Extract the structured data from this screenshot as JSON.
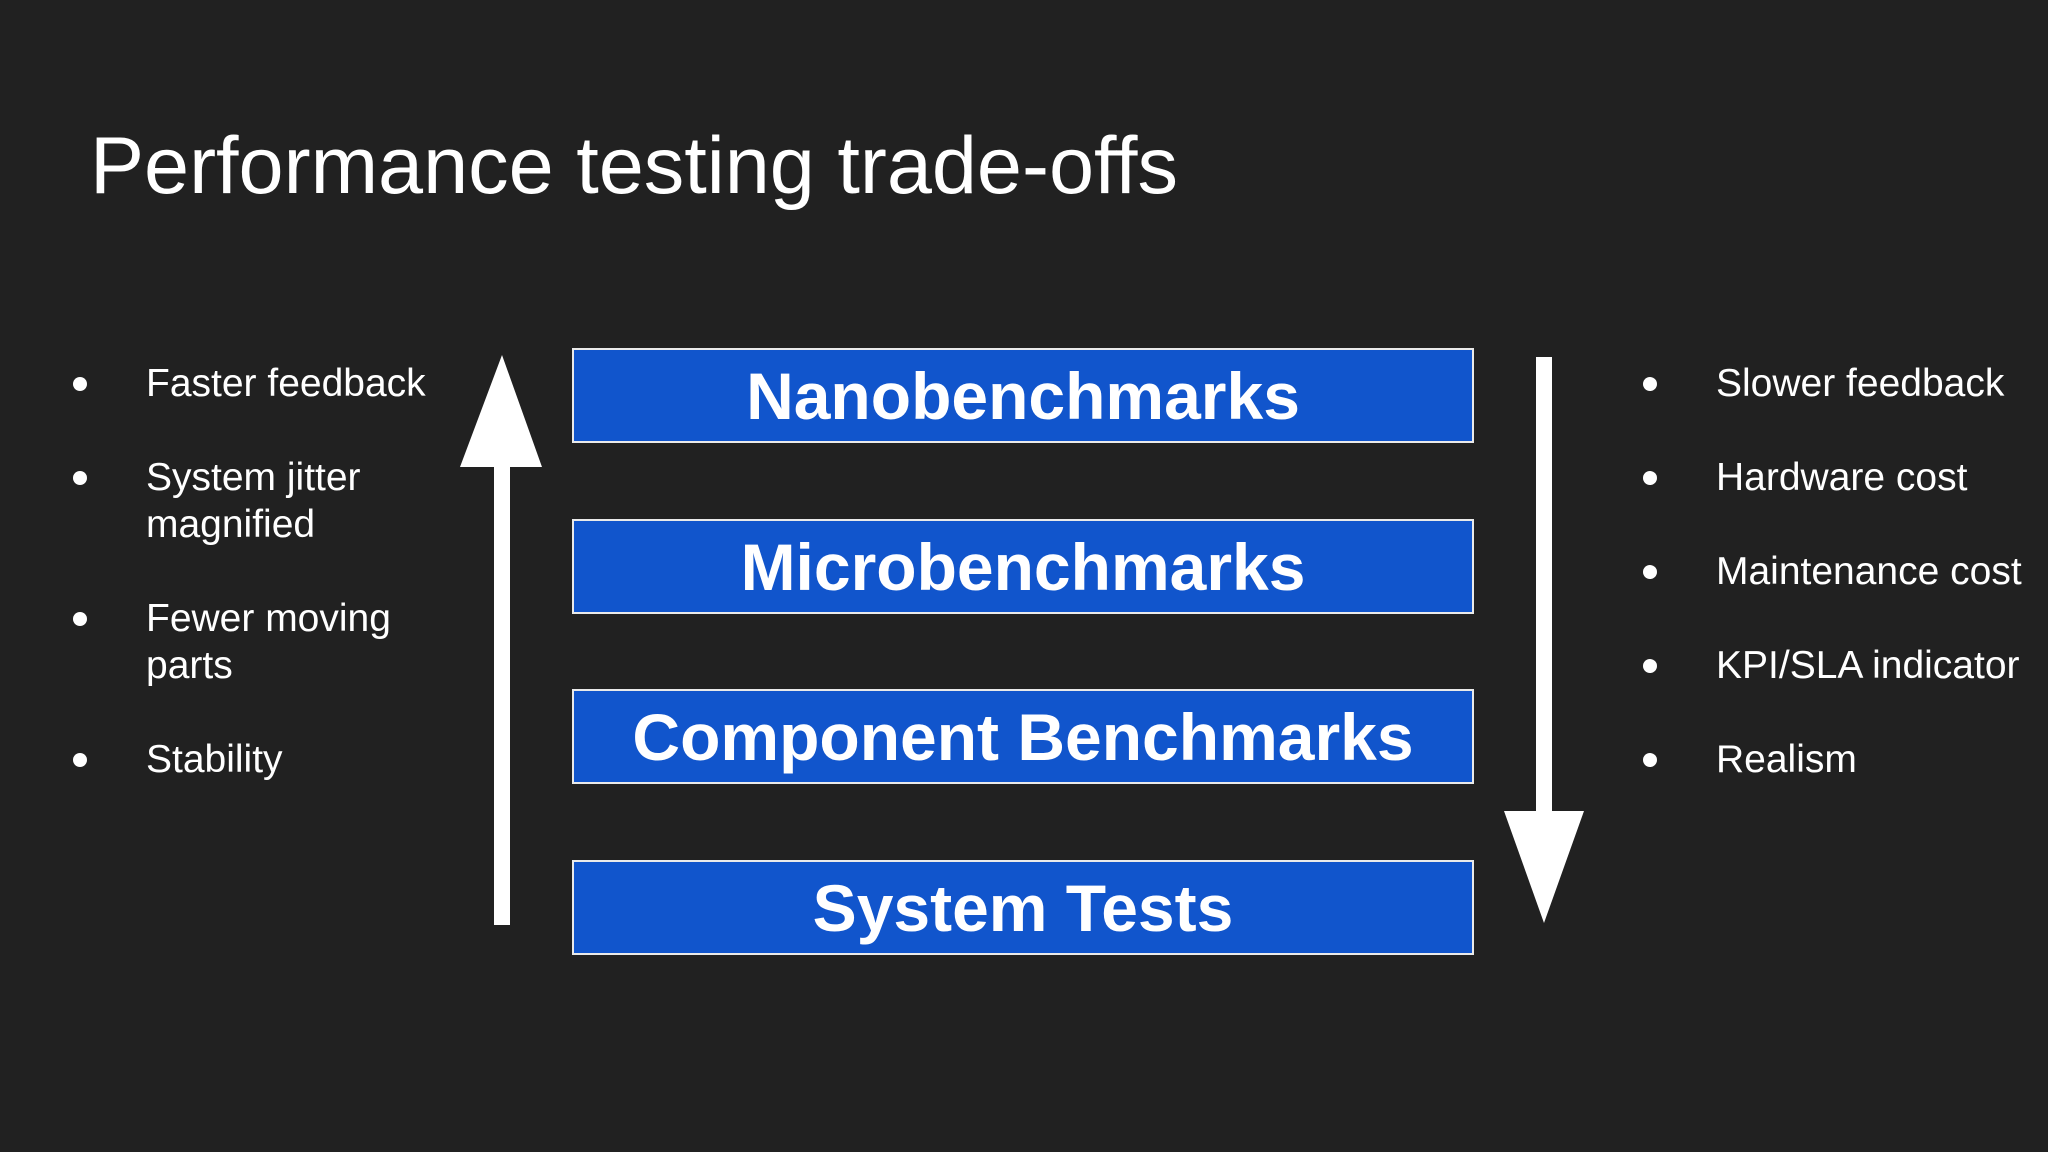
{
  "slide": {
    "title": "Performance testing trade-offs"
  },
  "left_list": {
    "items": [
      "Faster feedback",
      "System jitter magnified",
      "Fewer moving parts",
      "Stability"
    ]
  },
  "tiers": [
    "Nanobenchmarks",
    "Microbenchmarks",
    "Component Benchmarks",
    "System Tests"
  ],
  "right_list": {
    "items": [
      "Slower feedback",
      "Hardware cost",
      "Maintenance cost",
      "KPI/SLA indicator",
      "Realism"
    ]
  },
  "arrows": {
    "left": "arrow-up-icon",
    "right": "arrow-down-icon"
  },
  "colors": {
    "background": "#212121",
    "tier_fill": "#1155cc",
    "tier_border": "#eaeaea",
    "text": "#ffffff"
  }
}
